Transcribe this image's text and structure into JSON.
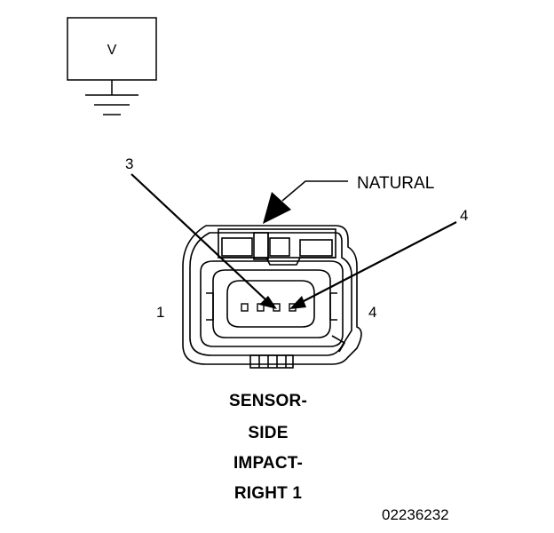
{
  "meter": {
    "label": "V"
  },
  "callouts": {
    "color": "NATURAL",
    "pin_top_left": "3",
    "pin_top_right": "4",
    "cavity_left": "1",
    "cavity_right": "4"
  },
  "title_lines": [
    "SENSOR-",
    "SIDE",
    "IMPACT-",
    "RIGHT 1"
  ],
  "figure_number": "02236232"
}
